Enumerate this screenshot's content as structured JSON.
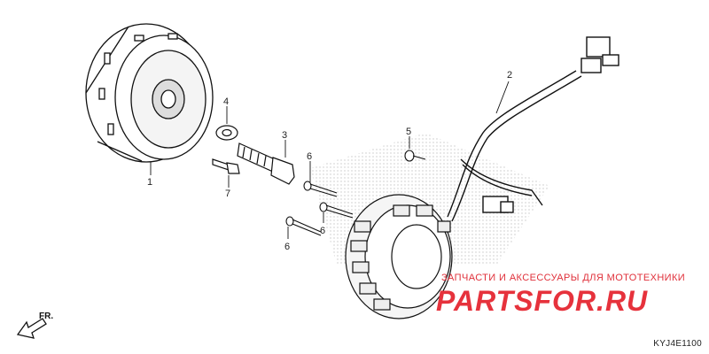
{
  "callouts": [
    {
      "id": "1",
      "label": "1"
    },
    {
      "id": "2",
      "label": "2"
    },
    {
      "id": "3",
      "label": "3"
    },
    {
      "id": "4",
      "label": "4"
    },
    {
      "id": "5",
      "label": "5"
    },
    {
      "id": "6a",
      "label": "6"
    },
    {
      "id": "6b",
      "label": "6"
    },
    {
      "id": "6c",
      "label": "6"
    },
    {
      "id": "7",
      "label": "7"
    }
  ],
  "direction_label": "FR.",
  "diagram_code": "KYJ4E1100",
  "watermark": {
    "tagline": "ЗАПЧАСТИ И АКСЕССУАРЫ ДЛЯ МОТОТЕХНИКИ",
    "logo": "PARTSFOR.RU",
    "color": "#e6323c"
  }
}
